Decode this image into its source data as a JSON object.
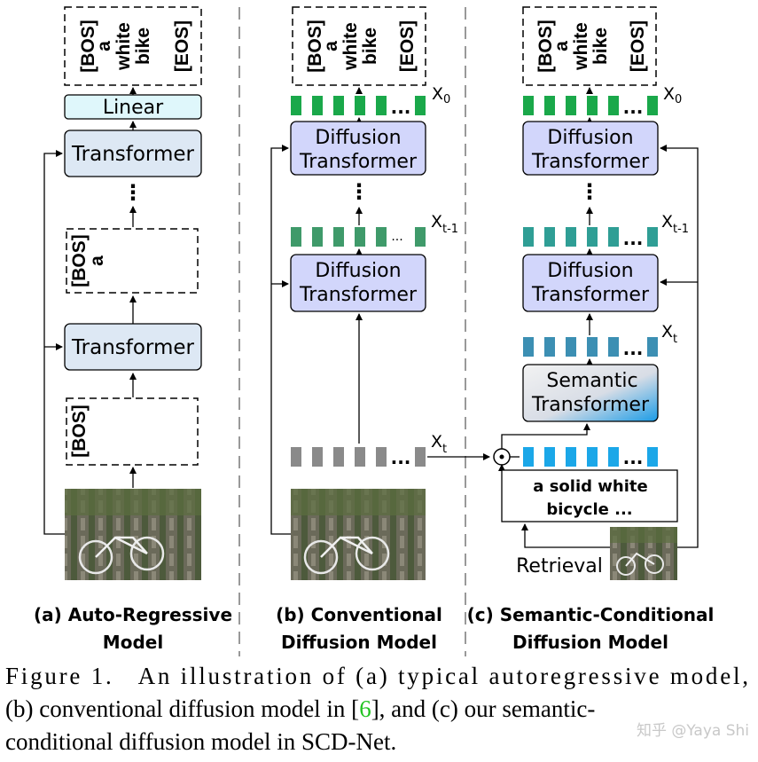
{
  "panel_a": {
    "output_tokens": [
      "[BOS]",
      "a",
      "white",
      "bike",
      "[EOS]"
    ],
    "linear_label": "Linear",
    "transformer_label": "Transformer",
    "ellipsis": "⋮",
    "mid_tokens": [
      "[BOS]",
      "a"
    ],
    "low_tokens": [
      "[BOS]"
    ],
    "caption_line1": "(a) Auto-Regressive",
    "caption_line2": "Model"
  },
  "panel_b": {
    "output_tokens": [
      "[BOS]",
      "a",
      "white",
      "bike",
      "[EOS]"
    ],
    "diffusion_line1": "Diffusion",
    "diffusion_line2": "Transformer",
    "x0_main": "X",
    "x0_sub": "0",
    "xt1_main": "X",
    "xt1_sub": "t-1",
    "xt_main": "X",
    "xt_sub": "t",
    "dots": "...",
    "ellipsis": "⋮",
    "caption_line1": "(b) Conventional",
    "caption_line2": "Diffusion Model"
  },
  "panel_c": {
    "output_tokens": [
      "[BOS]",
      "a",
      "white",
      "bike",
      "[EOS]"
    ],
    "diffusion_line1": "Diffusion",
    "diffusion_line2": "Transformer",
    "semantic_line1": "Semantic",
    "semantic_line2": "Transformer",
    "x0_main": "X",
    "x0_sub": "0",
    "xt1_main": "X",
    "xt1_sub": "t-1",
    "xt_main": "X",
    "xt_sub": "t",
    "odot": "⊙",
    "dots": "...",
    "ellipsis": "⋮",
    "retrieved_line1": "a solid white",
    "retrieved_line2": "bicycle ...",
    "retrieval_label": "Retrieval",
    "caption_line1": "(c) Semantic-Conditional",
    "caption_line2": "Diffusion Model"
  },
  "figure_caption": {
    "line1": "Figure 1.   An illustration of (a) typical autoregressive model,",
    "line2_a": "(b) conventional diffusion model in [",
    "line2_ref": "6",
    "line2_b": "], and (c) our semantic-",
    "line3": "conditional diffusion model in SCD-Net."
  },
  "watermark": "知乎 @Yaya Shi",
  "colors": {
    "linear_fill": "#dff7fb",
    "transformer_fill": "#dde8f4",
    "diffusion_fill": "#d2d6fb",
    "green_token": "#1aa84a",
    "green_mid": "#3f9a6a",
    "teal_token": "#2f9e95",
    "steel_token": "#3c8fb3",
    "blue_token": "#1ba7e8",
    "gray_token": "#8a8a8a",
    "ref_green": "#22c322"
  }
}
